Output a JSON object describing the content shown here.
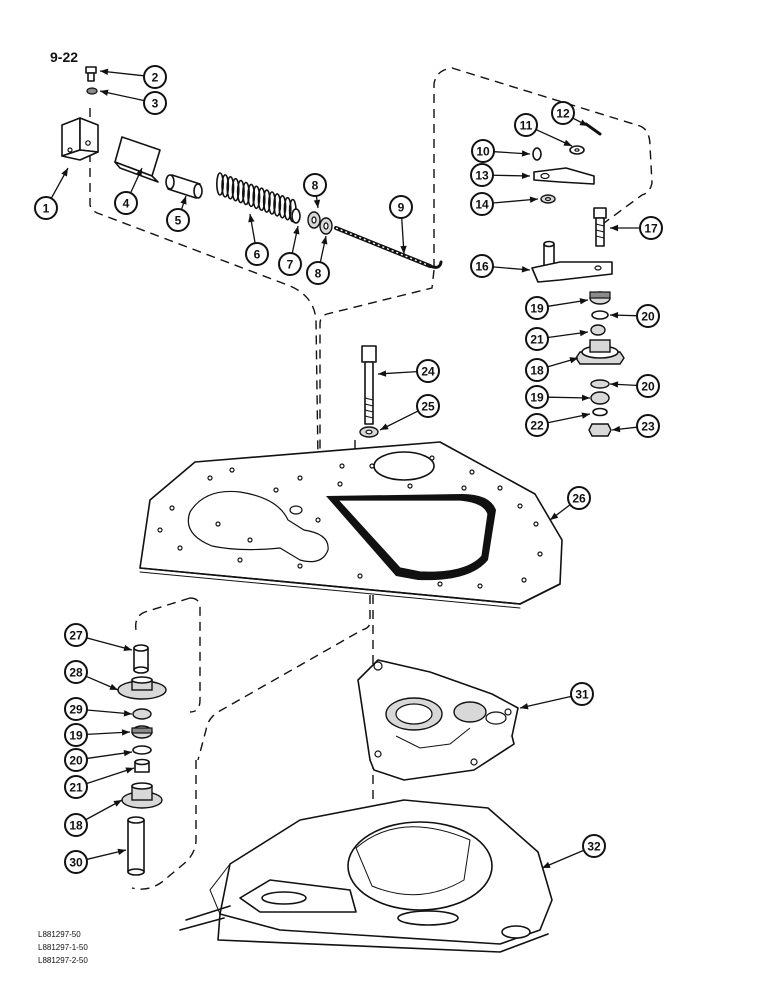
{
  "page_number": "9-22",
  "reference_codes": [
    "L881297-50",
    "L881297-1-50",
    "L881297-2-50"
  ],
  "callouts": [
    {
      "label": "1"
    },
    {
      "label": "2"
    },
    {
      "label": "3"
    },
    {
      "label": "4"
    },
    {
      "label": "5"
    },
    {
      "label": "6"
    },
    {
      "label": "7"
    },
    {
      "label": "8"
    },
    {
      "label": "8"
    },
    {
      "label": "9"
    },
    {
      "label": "10"
    },
    {
      "label": "11"
    },
    {
      "label": "12"
    },
    {
      "label": "13"
    },
    {
      "label": "14"
    },
    {
      "label": "16"
    },
    {
      "label": "17"
    },
    {
      "label": "19"
    },
    {
      "label": "20"
    },
    {
      "label": "21"
    },
    {
      "label": "18"
    },
    {
      "label": "20"
    },
    {
      "label": "19"
    },
    {
      "label": "22"
    },
    {
      "label": "23"
    },
    {
      "label": "24"
    },
    {
      "label": "25"
    },
    {
      "label": "26"
    },
    {
      "label": "27"
    },
    {
      "label": "28"
    },
    {
      "label": "29"
    },
    {
      "label": "19"
    },
    {
      "label": "20"
    },
    {
      "label": "21"
    },
    {
      "label": "18"
    },
    {
      "label": "30"
    },
    {
      "label": "31"
    },
    {
      "label": "32"
    }
  ]
}
